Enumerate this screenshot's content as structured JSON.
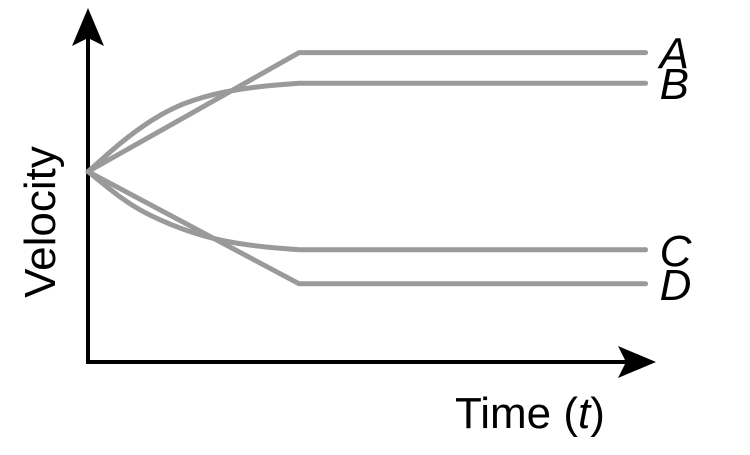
{
  "chart_data": {
    "type": "line",
    "xlabel": "Time (t)",
    "xlabel_parts": {
      "pre": "Time (",
      "var": "t",
      "post": ")"
    },
    "ylabel": "Velocity",
    "grid": false,
    "axis_ticks": false,
    "xlim": [
      0,
      10
    ],
    "ylim": [
      0,
      10
    ],
    "series": [
      {
        "name": "A",
        "x": [
          0,
          5,
          13.2
        ],
        "y": [
          5.6,
          9.1,
          9.1
        ],
        "shape": "linear-then-flat",
        "color": "#9a9a9a"
      },
      {
        "name": "B",
        "x": [
          0,
          1,
          2,
          3,
          4,
          5,
          13.2
        ],
        "y": [
          5.6,
          6.7,
          7.5,
          7.9,
          8.1,
          8.2,
          8.2
        ],
        "shape": "smooth-saturating",
        "color": "#9a9a9a"
      },
      {
        "name": "C",
        "x": [
          0,
          1,
          2,
          3,
          4,
          5,
          13.2
        ],
        "y": [
          5.6,
          4.6,
          4.0,
          3.6,
          3.4,
          3.3,
          3.3
        ],
        "shape": "smooth-saturating",
        "color": "#9a9a9a"
      },
      {
        "name": "D",
        "x": [
          0,
          5,
          13.2
        ],
        "y": [
          5.6,
          2.3,
          2.3
        ],
        "shape": "linear-then-flat",
        "color": "#9a9a9a"
      }
    ]
  }
}
